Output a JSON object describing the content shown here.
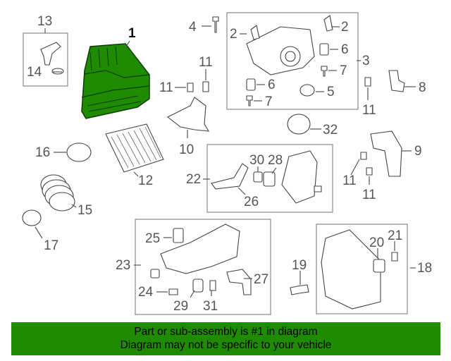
{
  "colors": {
    "banner_bg": "#1f8b00",
    "highlight_part": "#1f8b00",
    "callout_text": "#555555",
    "line": "#444444"
  },
  "callouts": [
    {
      "id": "1",
      "highlight": true
    },
    {
      "id": "2"
    },
    {
      "id": "2"
    },
    {
      "id": "3"
    },
    {
      "id": "4"
    },
    {
      "id": "5"
    },
    {
      "id": "6"
    },
    {
      "id": "6"
    },
    {
      "id": "7"
    },
    {
      "id": "7"
    },
    {
      "id": "8"
    },
    {
      "id": "9"
    },
    {
      "id": "10"
    },
    {
      "id": "11"
    },
    {
      "id": "11"
    },
    {
      "id": "11"
    },
    {
      "id": "11"
    },
    {
      "id": "11"
    },
    {
      "id": "12"
    },
    {
      "id": "13"
    },
    {
      "id": "14"
    },
    {
      "id": "15"
    },
    {
      "id": "16"
    },
    {
      "id": "17"
    },
    {
      "id": "18"
    },
    {
      "id": "19"
    },
    {
      "id": "20"
    },
    {
      "id": "21"
    },
    {
      "id": "22"
    },
    {
      "id": "23"
    },
    {
      "id": "24"
    },
    {
      "id": "25"
    },
    {
      "id": "26"
    },
    {
      "id": "27"
    },
    {
      "id": "28"
    },
    {
      "id": "29"
    },
    {
      "id": "30"
    },
    {
      "id": "31"
    },
    {
      "id": "32"
    }
  ],
  "banner": {
    "line1": "Part or sub-assembly is #1 in diagram",
    "line2": "Diagram may not be specific to your vehicle"
  }
}
